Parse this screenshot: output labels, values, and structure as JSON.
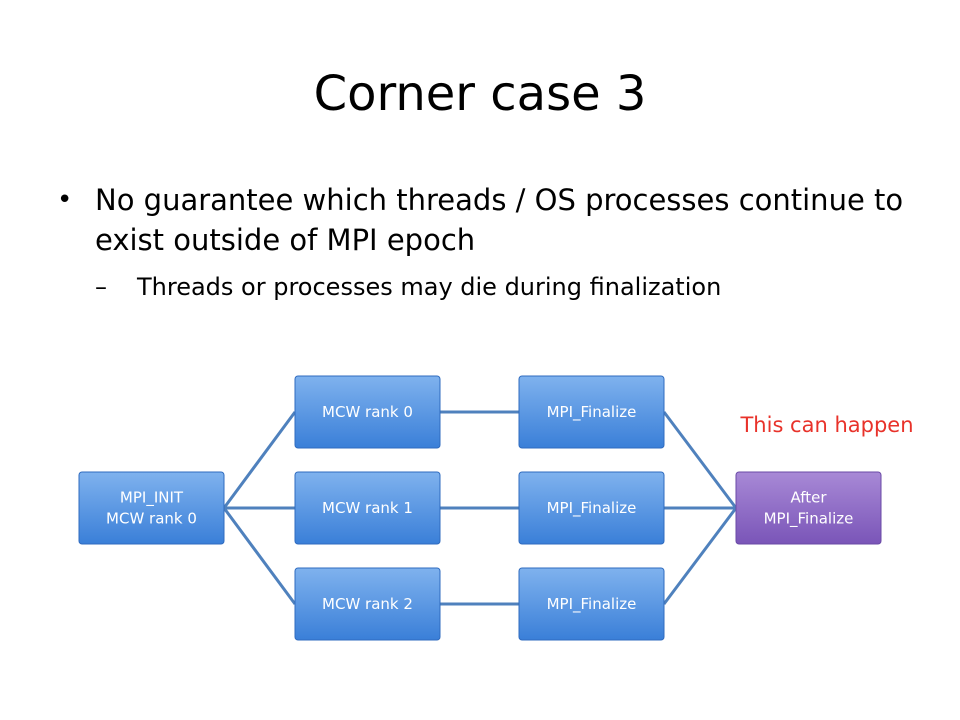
{
  "slide": {
    "title": "Corner case 3",
    "bullet": "No guarantee which threads / OS processes continue to exist outside of MPI epoch",
    "sub_bullet": "Threads or processes may die during finalization"
  },
  "diagram": {
    "nodes": [
      {
        "id": "init",
        "lines": [
          "MPI_INIT",
          "MCW rank 0"
        ],
        "color": "blue"
      },
      {
        "id": "rank0",
        "lines": [
          "MCW rank 0"
        ],
        "color": "blue"
      },
      {
        "id": "rank1",
        "lines": [
          "MCW rank 1"
        ],
        "color": "blue"
      },
      {
        "id": "rank2",
        "lines": [
          "MCW rank 2"
        ],
        "color": "blue"
      },
      {
        "id": "fin0",
        "lines": [
          "MPI_Finalize"
        ],
        "color": "blue"
      },
      {
        "id": "fin1",
        "lines": [
          "MPI_Finalize"
        ],
        "color": "blue"
      },
      {
        "id": "fin2",
        "lines": [
          "MPI_Finalize"
        ],
        "color": "blue"
      },
      {
        "id": "after",
        "lines": [
          "After",
          "MPI_Finalize"
        ],
        "color": "purple"
      }
    ],
    "edges": [
      [
        "init",
        "rank0"
      ],
      [
        "init",
        "rank1"
      ],
      [
        "init",
        "rank2"
      ],
      [
        "rank0",
        "fin0"
      ],
      [
        "rank1",
        "fin1"
      ],
      [
        "rank2",
        "fin2"
      ],
      [
        "fin0",
        "after"
      ],
      [
        "fin1",
        "after"
      ],
      [
        "fin2",
        "after"
      ]
    ],
    "annotation": "This can happen",
    "colors": {
      "node_blue_top": "#7fb2ee",
      "node_blue_bottom": "#3a7fd8",
      "node_blue_border": "#2f6bbf",
      "node_purple_top": "#a889d6",
      "node_purple_bottom": "#7a55b8",
      "node_purple_border": "#6a4aa6",
      "edge": "#4f81bd",
      "annotation": "#e8322a"
    }
  }
}
